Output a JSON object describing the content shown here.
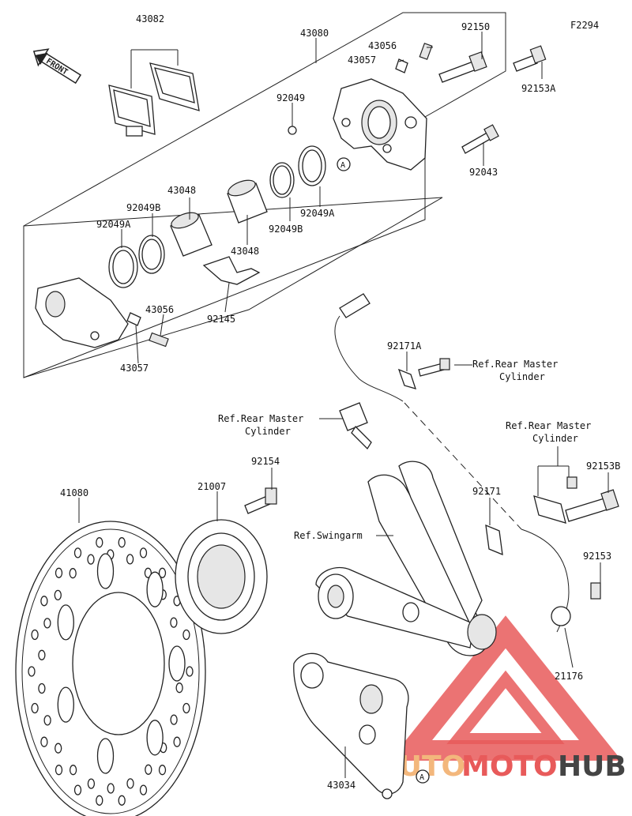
{
  "figure_code": "F2294",
  "front_label": "FRONT",
  "callout_a": "A",
  "part_numbers": {
    "p43082": "43082",
    "p43080": "43080",
    "p92150": "92150",
    "p43056_top": "43056",
    "p43057_top": "43057",
    "p92153A": "92153A",
    "p92049": "92049",
    "p92043": "92043",
    "p43048_a": "43048",
    "p92049B_a": "92049B",
    "p92049A_a": "92049A",
    "p43048_b": "43048",
    "p92049B_b": "92049B",
    "p92049A_b": "92049A",
    "p92145": "92145",
    "p43056_bot": "43056",
    "p43057_bot": "43057",
    "p92171A": "92171A",
    "p92154": "92154",
    "p21007": "21007",
    "p41080": "41080",
    "p92171": "92171",
    "p92153B": "92153B",
    "p92153": "92153",
    "p21176": "21176",
    "p43034": "43034"
  },
  "references": {
    "rear_master_cylinder_1_l1": "Ref.Rear Master",
    "rear_master_cylinder_1_l2": "Cylinder",
    "rear_master_cylinder_2_l1": "Ref.Rear Master",
    "rear_master_cylinder_2_l2": "Cylinder",
    "rear_master_cylinder_3_l1": "Ref.Rear Master",
    "rear_master_cylinder_3_l2": "Cylinder",
    "swingarm": "Ref.Swingarm"
  },
  "watermark": {
    "auto": "AUTO",
    "moto": "MOTO",
    "hub": "HUB"
  },
  "colors": {
    "watermark_red": "#e85a5a",
    "watermark_orange": "#f3b77c",
    "watermark_dark": "#444444"
  }
}
